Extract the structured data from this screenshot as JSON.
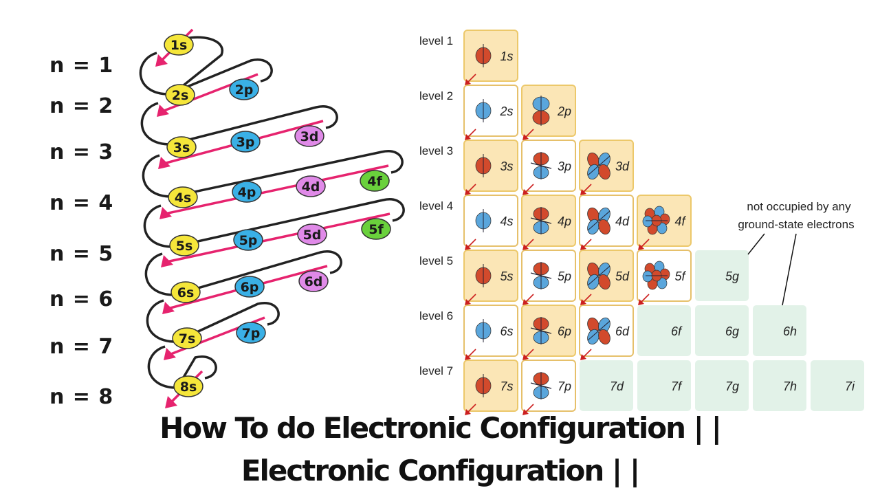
{
  "left_diagram": {
    "shell_labels": [
      "n = 1",
      "n = 2",
      "n = 3",
      "n = 4",
      "n = 5",
      "n = 6",
      "n = 7",
      "n = 8"
    ],
    "subshells": [
      {
        "label": "1s",
        "type": "s",
        "row": 0,
        "col": 0
      },
      {
        "label": "2s",
        "type": "s",
        "row": 1,
        "col": 0
      },
      {
        "label": "2p",
        "type": "p",
        "row": 1,
        "col": 1
      },
      {
        "label": "3s",
        "type": "s",
        "row": 2,
        "col": 0
      },
      {
        "label": "3p",
        "type": "p",
        "row": 2,
        "col": 1
      },
      {
        "label": "3d",
        "type": "d",
        "row": 2,
        "col": 2
      },
      {
        "label": "4s",
        "type": "s",
        "row": 3,
        "col": 0
      },
      {
        "label": "4p",
        "type": "p",
        "row": 3,
        "col": 1
      },
      {
        "label": "4d",
        "type": "d",
        "row": 3,
        "col": 2
      },
      {
        "label": "4f",
        "type": "f",
        "row": 3,
        "col": 3
      },
      {
        "label": "5s",
        "type": "s",
        "row": 4,
        "col": 0
      },
      {
        "label": "5p",
        "type": "p",
        "row": 4,
        "col": 1
      },
      {
        "label": "5d",
        "type": "d",
        "row": 4,
        "col": 2
      },
      {
        "label": "5f",
        "type": "f",
        "row": 4,
        "col": 3
      },
      {
        "label": "6s",
        "type": "s",
        "row": 5,
        "col": 0
      },
      {
        "label": "6p",
        "type": "p",
        "row": 5,
        "col": 1
      },
      {
        "label": "6d",
        "type": "d",
        "row": 5,
        "col": 2
      },
      {
        "label": "7s",
        "type": "s",
        "row": 6,
        "col": 0
      },
      {
        "label": "7p",
        "type": "p",
        "row": 6,
        "col": 1
      },
      {
        "label": "8s",
        "type": "s",
        "row": 7,
        "col": 0
      }
    ],
    "colors": {
      "s": "#f5e63a",
      "p": "#3ab0e6",
      "d": "#e08ae8",
      "f": "#6ad13c",
      "arrow": "#e6236e",
      "path": "#222222"
    }
  },
  "right_diagram": {
    "level_labels": [
      "level 1",
      "level 2",
      "level 3",
      "level 4",
      "level 5",
      "level 6",
      "level 7"
    ],
    "rows": [
      [
        {
          "label": "1s",
          "state": "filled",
          "orb": "s",
          "c": "red"
        }
      ],
      [
        {
          "label": "2s",
          "state": "white",
          "orb": "s",
          "c": "blue"
        },
        {
          "label": "2p",
          "state": "filled",
          "orb": "p"
        }
      ],
      [
        {
          "label": "3s",
          "state": "filled",
          "orb": "s",
          "c": "red"
        },
        {
          "label": "3p",
          "state": "white",
          "orb": "p2"
        },
        {
          "label": "3d",
          "state": "filled",
          "orb": "d"
        }
      ],
      [
        {
          "label": "4s",
          "state": "white",
          "orb": "s",
          "c": "blue"
        },
        {
          "label": "4p",
          "state": "filled",
          "orb": "p2"
        },
        {
          "label": "4d",
          "state": "white",
          "orb": "d"
        },
        {
          "label": "4f",
          "state": "filled",
          "orb": "f"
        }
      ],
      [
        {
          "label": "5s",
          "state": "filled",
          "orb": "s",
          "c": "red"
        },
        {
          "label": "5p",
          "state": "white",
          "orb": "p2"
        },
        {
          "label": "5d",
          "state": "filled",
          "orb": "d"
        },
        {
          "label": "5f",
          "state": "white",
          "orb": "f"
        },
        {
          "label": "5g",
          "state": "empty"
        }
      ],
      [
        {
          "label": "6s",
          "state": "white",
          "orb": "s",
          "c": "blue"
        },
        {
          "label": "6p",
          "state": "filled",
          "orb": "p2"
        },
        {
          "label": "6d",
          "state": "white",
          "orb": "d"
        },
        {
          "label": "6f",
          "state": "empty"
        },
        {
          "label": "6g",
          "state": "empty"
        },
        {
          "label": "6h",
          "state": "empty"
        }
      ],
      [
        {
          "label": "7s",
          "state": "filled",
          "orb": "s",
          "c": "red"
        },
        {
          "label": "7p",
          "state": "white",
          "orb": "p2"
        },
        {
          "label": "7d",
          "state": "empty"
        },
        {
          "label": "7f",
          "state": "empty"
        },
        {
          "label": "7g",
          "state": "empty"
        },
        {
          "label": "7h",
          "state": "empty"
        },
        {
          "label": "7i",
          "state": "empty"
        }
      ]
    ],
    "annotation": [
      "not occupied by any",
      "ground-state electrons"
    ],
    "colors": {
      "filled": "#fbe6b6",
      "filled_border": "#ecc86a",
      "white": "#ffffff",
      "white_border": "#e6c06a",
      "empty": "#e2f2e8",
      "orbital_red": "#d24a2c",
      "orbital_blue": "#5aa6dc",
      "arrow": "#cc2020"
    }
  },
  "title_lines": [
    "How To do Electronic Configuration | |",
    "Electronic Configuration | |"
  ]
}
